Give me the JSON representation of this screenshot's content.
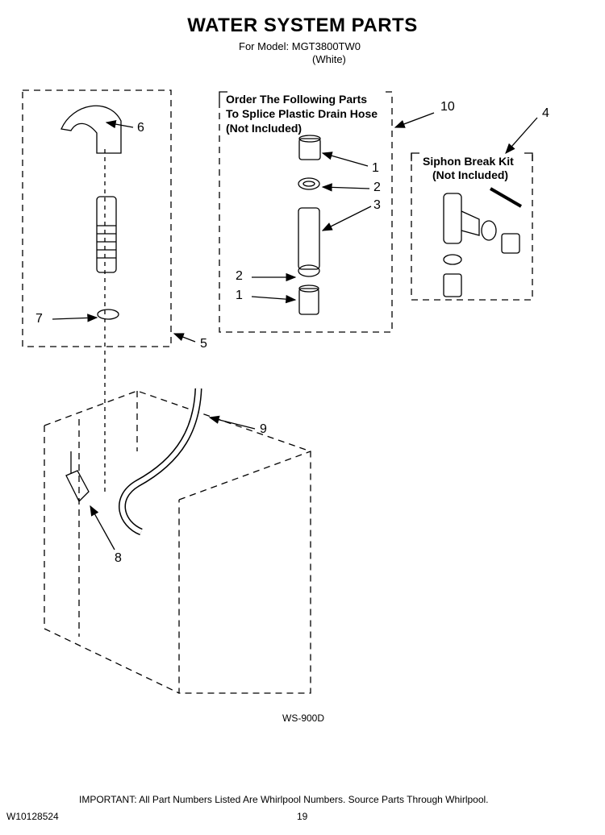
{
  "header": {
    "title": "WATER SYSTEM PARTS",
    "model_line": "For Model: MGT3800TW0",
    "color_line": "(White)"
  },
  "boxes": {
    "splice_lines": [
      "Order The Following Parts",
      "To Splice Plastic Drain Hose",
      "(Not Included)"
    ],
    "siphon_lines": [
      "Siphon Break Kit",
      "(Not Included)"
    ]
  },
  "callouts": {
    "c6": "6",
    "c7": "7",
    "c5": "5",
    "c10": "10",
    "c4": "4",
    "c1a": "1",
    "c2a": "2",
    "c3": "3",
    "c2b": "2",
    "c1b": "1",
    "c9": "9",
    "c8": "8"
  },
  "figure_code": "WS-900D",
  "footer": {
    "important": "IMPORTANT: All Part Numbers Listed Are Whirlpool Numbers. Source Parts Through Whirlpool.",
    "doc_number": "W10128524",
    "page": "19"
  }
}
